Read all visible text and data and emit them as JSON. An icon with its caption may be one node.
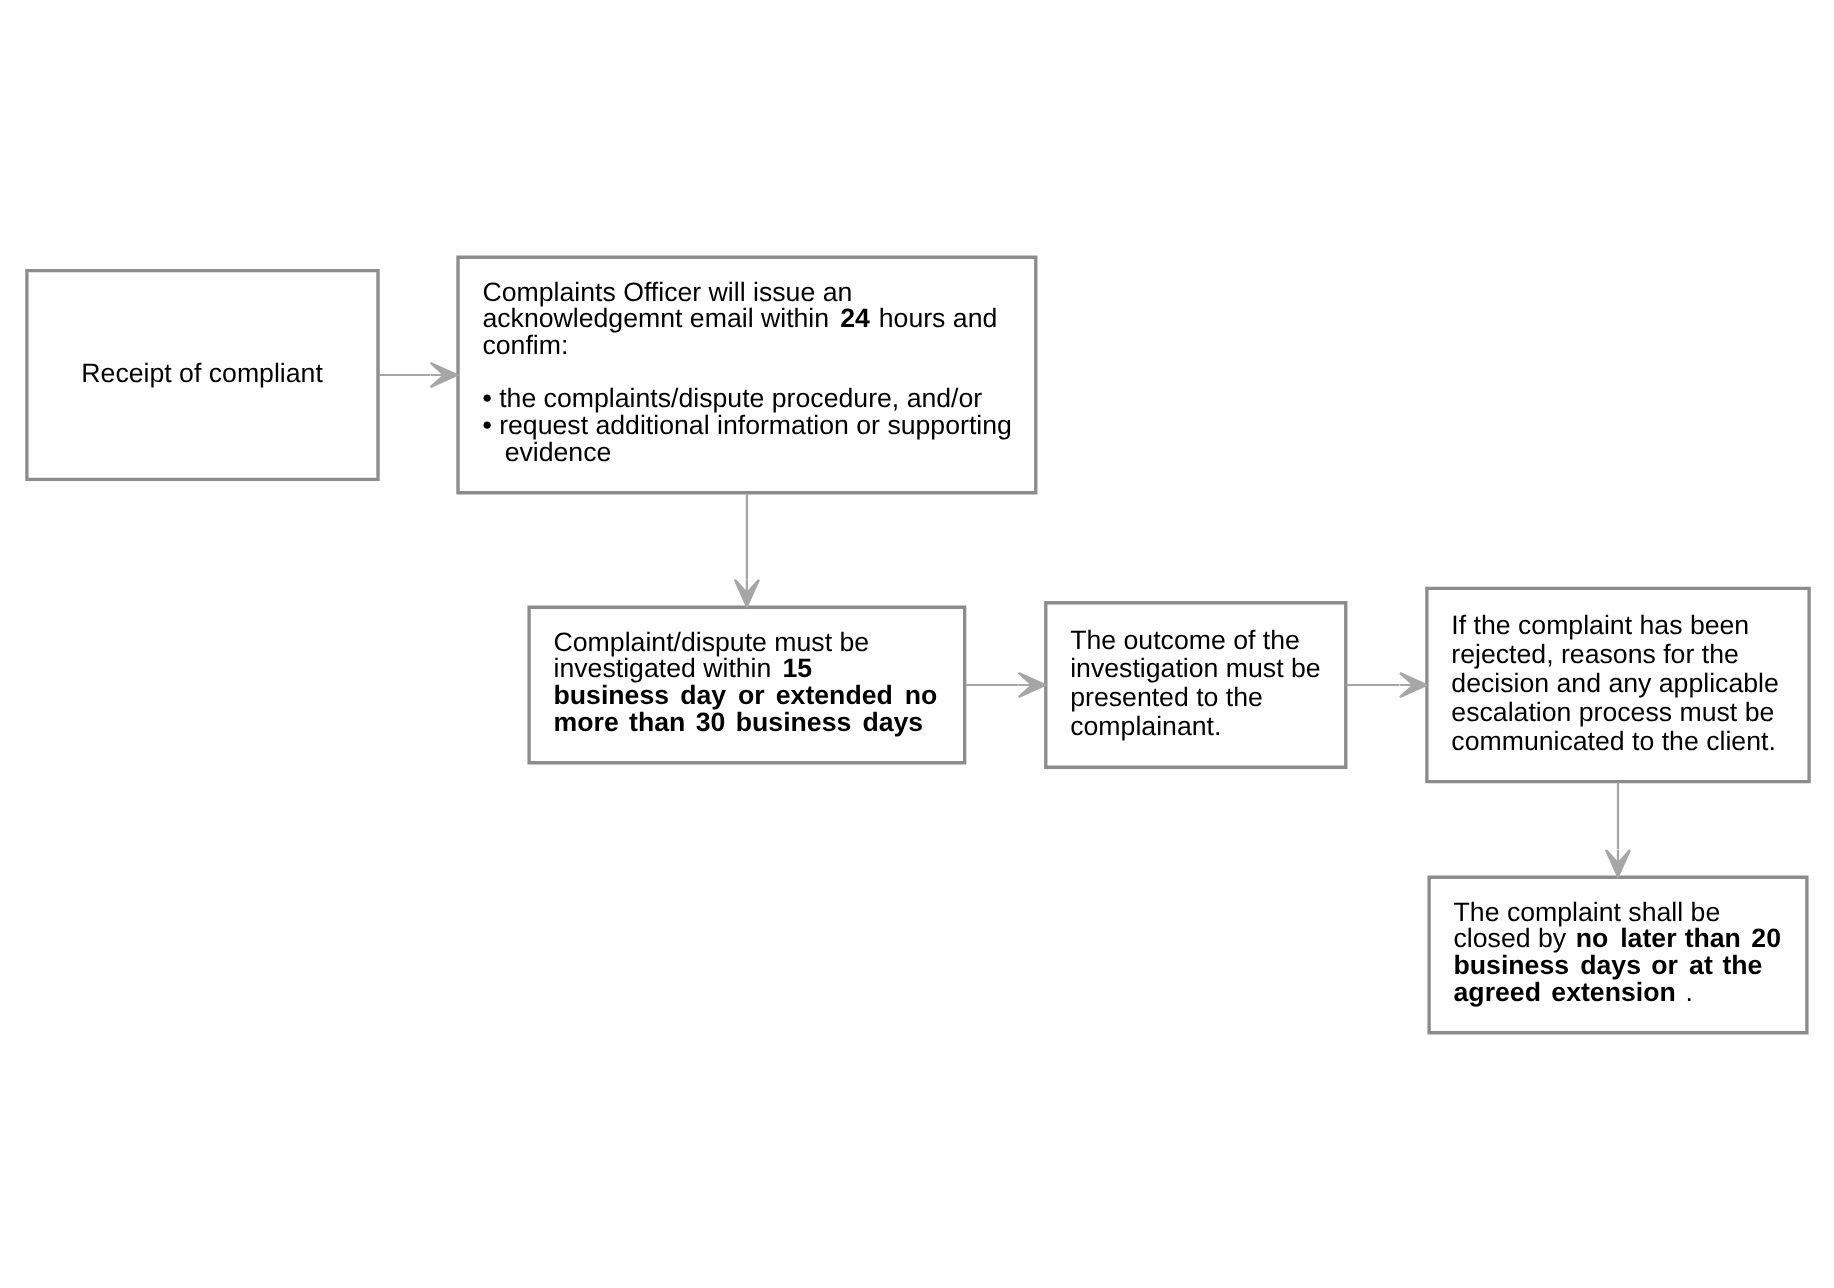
{
  "diagram": {
    "nodes": [
      {
        "text": [
          "Receipt of compliant"
        ]
      },
      {
        "text": [
          "Complaints Officer will issue an acknowledgemnt email within **24** hours and confim:",
          "• the complaints/dispute procedure, and/or",
          "• request additional information  or supporting evidence"
        ]
      },
      {
        "text": [
          "Complaint/dispute must be investigated within **15 business day or extended no more than 30 business days**"
        ]
      },
      {
        "text": [
          "The outcome of the investigation must be presented to the complainant."
        ]
      },
      {
        "text": [
          "If the complaint has been rejected, reasons for the decision and any applicable escalation process must be communicated to the client."
        ]
      },
      {
        "text": [
          "The complaint shall be closed by **no later than 20 business days or at the agreed extension**."
        ]
      }
    ],
    "edges": [
      {
        "from": 0,
        "to": 1,
        "arrow": "to"
      },
      {
        "from": 1,
        "to": 2,
        "arrow": "to"
      },
      {
        "from": 2,
        "to": 3,
        "arrow": "to"
      },
      {
        "from": 3,
        "to": 4,
        "arrow": "to"
      },
      {
        "from": 4,
        "to": 5,
        "arrow": "to"
      }
    ]
  }
}
